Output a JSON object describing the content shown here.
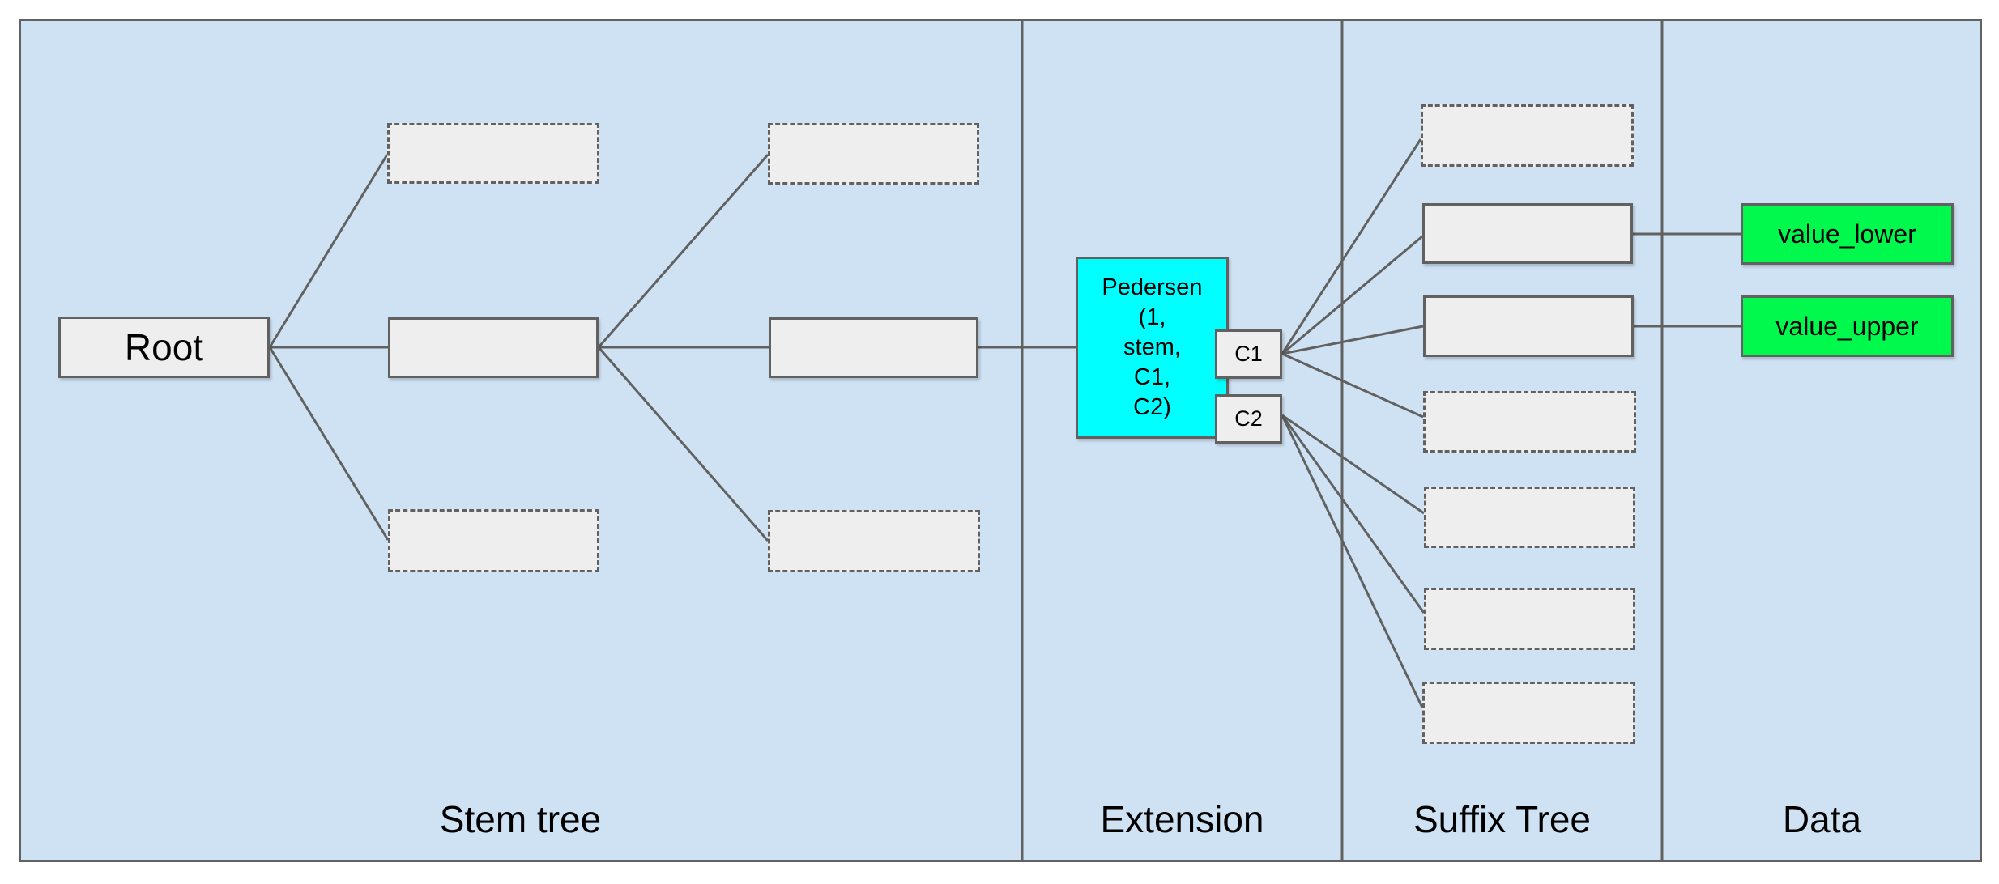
{
  "sections": [
    {
      "label": "Stem tree"
    },
    {
      "label": "Extension"
    },
    {
      "label": "Suffix Tree"
    },
    {
      "label": "Data"
    }
  ],
  "nodes": {
    "root": {
      "label": "Root"
    },
    "pedersen": {
      "label": "Pedersen (1, stem, C1, C2)",
      "lines": [
        "Pedersen",
        "(1,",
        "stem,",
        "C1,",
        "C2)"
      ]
    },
    "c1": {
      "label": "C1"
    },
    "c2": {
      "label": "C2"
    },
    "value_lower": {
      "label": "value_lower"
    },
    "value_upper": {
      "label": "value_upper"
    }
  },
  "colors": {
    "panel_fill": "#cfe2f3",
    "node_fill": "#eeeeee",
    "stroke": "#616161",
    "extension_fill": "#00ffff",
    "data_fill": "#00f94c",
    "text": "#000000"
  }
}
